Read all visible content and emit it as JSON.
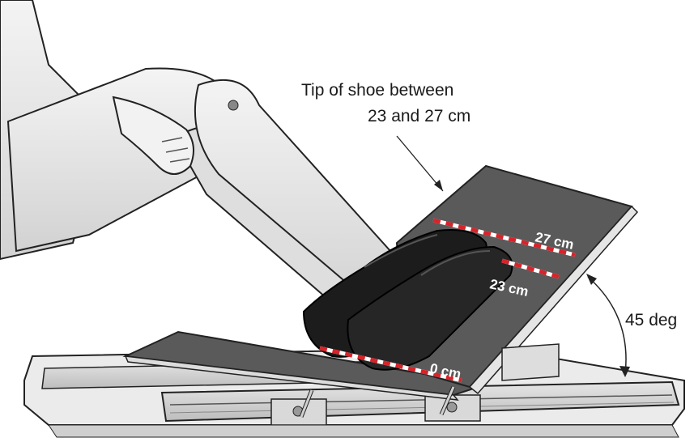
{
  "callout": {
    "line1": "Tip of shoe between",
    "line2": "23 and 27 cm"
  },
  "angle_label": "45 deg",
  "markers": {
    "m27": "27 cm",
    "m23": "23 cm",
    "m0": "0 cm"
  },
  "colors": {
    "board": "#5a5a5a",
    "marker_line": "#d8232a",
    "shoe": "#1c1c1c",
    "metal": "#d4d4d4"
  }
}
